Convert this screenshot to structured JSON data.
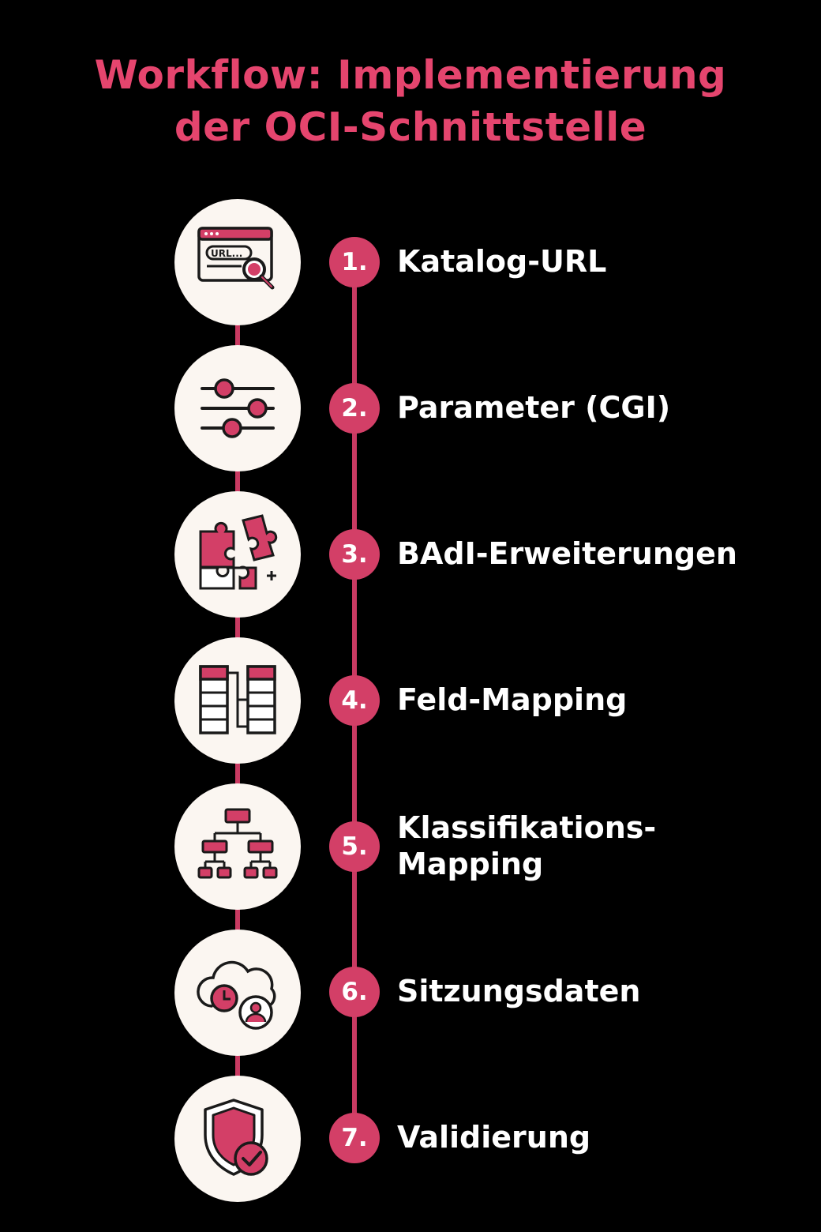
{
  "title": {
    "line1": "Workflow: Implementierung",
    "line2": "der OCI-Schnittstelle"
  },
  "accent_color": "#E5456E",
  "steps": [
    {
      "number": "1.",
      "label": "Katalog-URL",
      "icon": "url-search-icon"
    },
    {
      "number": "2.",
      "label": "Parameter (CGI)",
      "icon": "sliders-icon"
    },
    {
      "number": "3.",
      "label": "BAdI-Erweiterungen",
      "icon": "puzzle-icon"
    },
    {
      "number": "4.",
      "label": "Feld-Mapping",
      "icon": "table-mapping-icon"
    },
    {
      "number": "5.",
      "label_line1": "Klassifikations-",
      "label_line2": "Mapping",
      "icon": "hierarchy-icon"
    },
    {
      "number": "6.",
      "label": "Sitzungsdaten",
      "icon": "cloud-clock-user-icon"
    },
    {
      "number": "7.",
      "label": "Validierung",
      "icon": "shield-check-icon"
    }
  ]
}
